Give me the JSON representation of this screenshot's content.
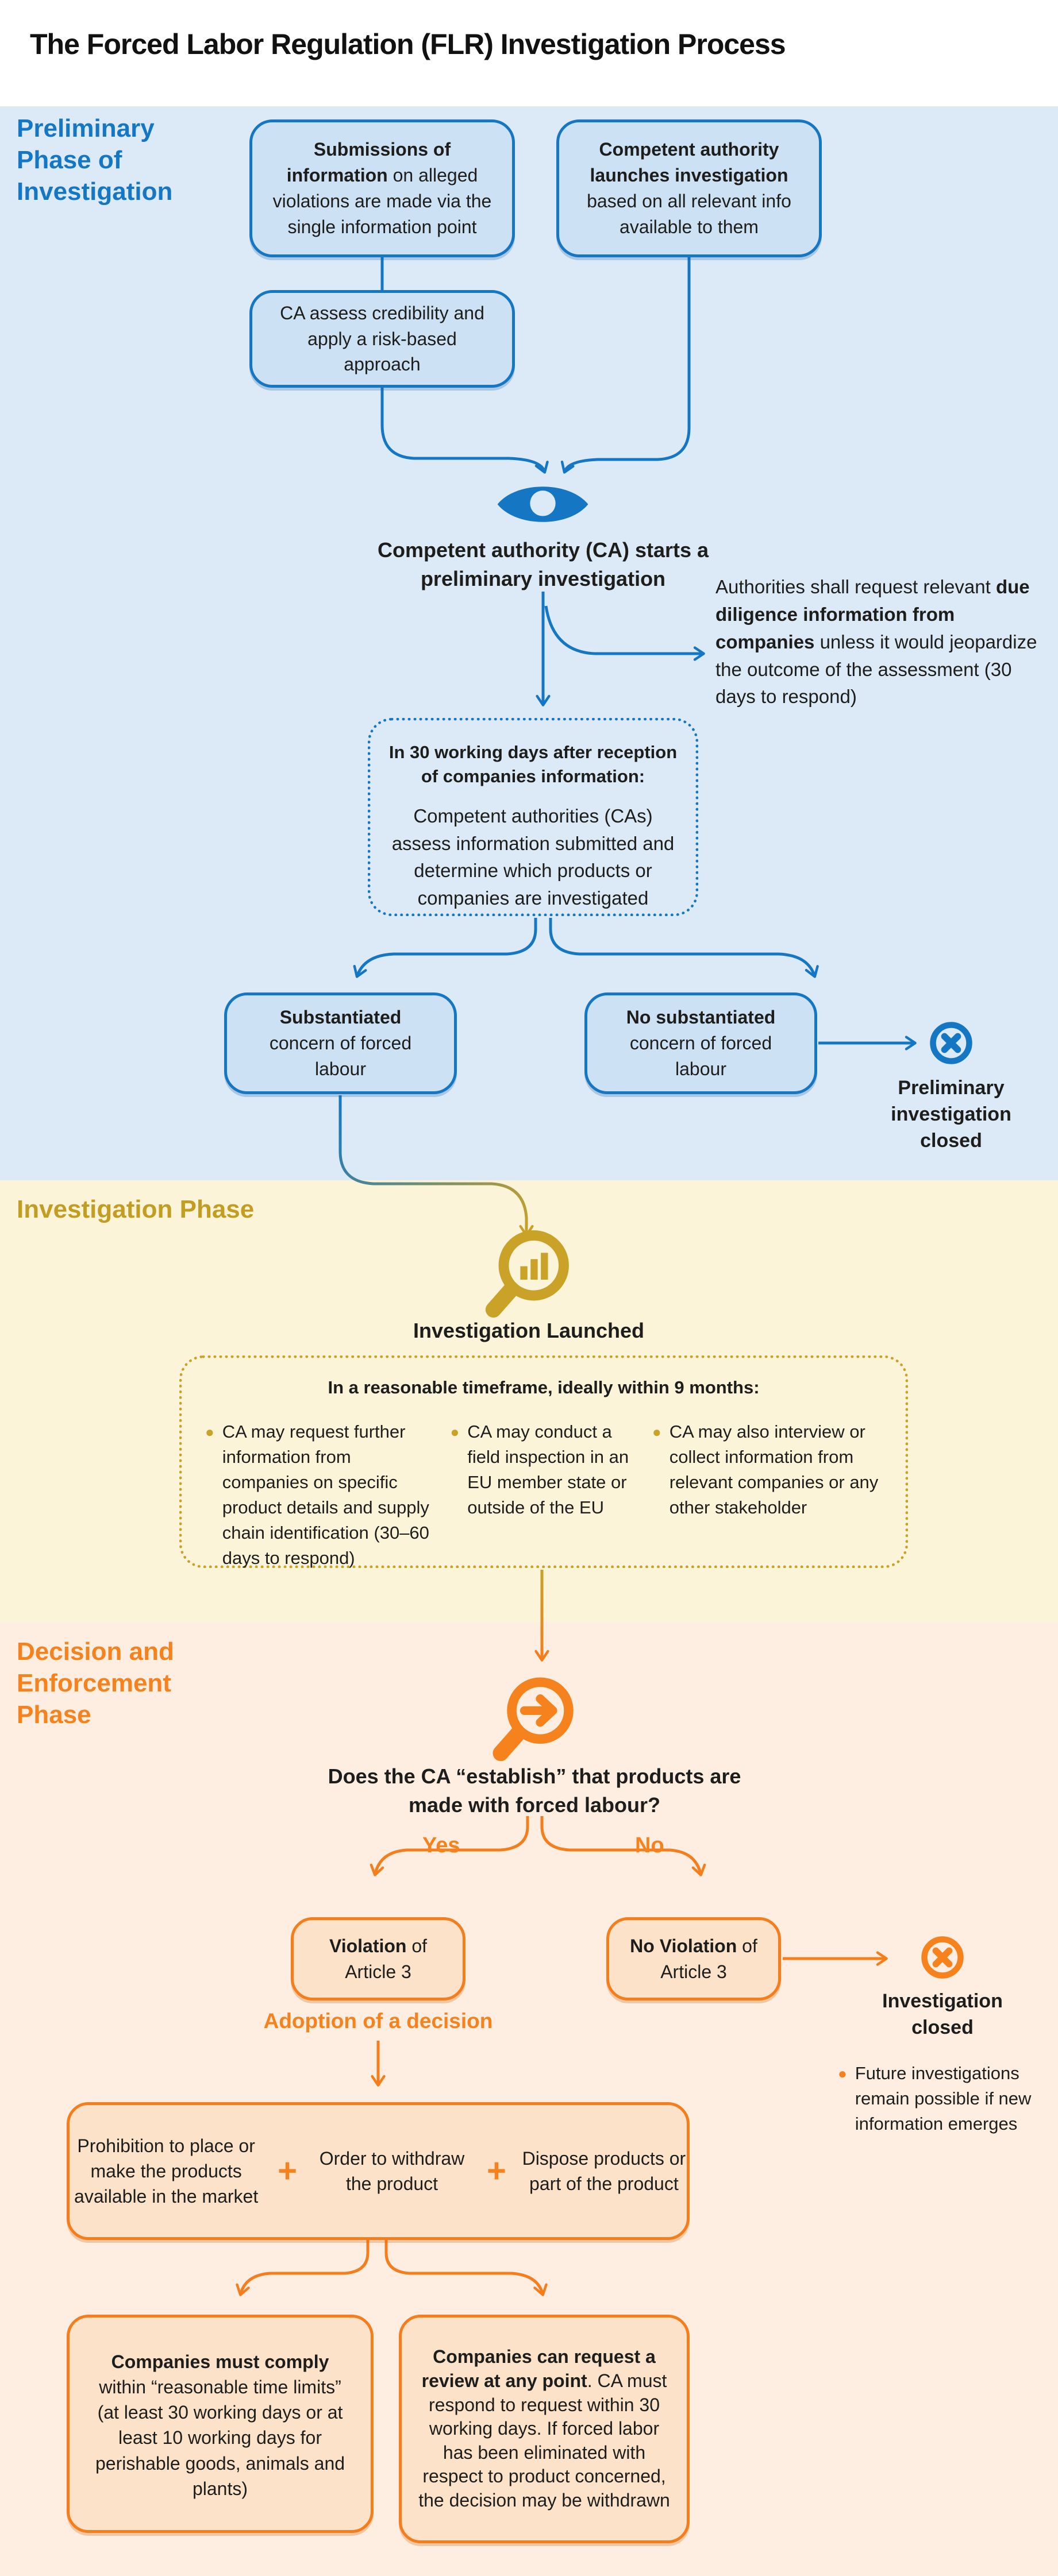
{
  "title": "The Forced Labor Regulation (FLR) Investigation Process",
  "ui": {
    "bullet": "●"
  },
  "colors": {
    "blue": "#1577c3",
    "blue_fill": "#cde1f4",
    "blue_bg": "#dceaf8",
    "gold": "#c9a227",
    "gold_bg": "#fcf4d9",
    "orange": "#f57d1c",
    "orange_fill": "#fbe2c8",
    "orange_bg": "#fdeee1"
  },
  "phase1": {
    "label": "Preliminary Phase of Investigation",
    "boxes": {
      "submissions": {
        "bold": "Submissions of information",
        "rest": " on alleged violations are made via the single information point"
      },
      "launch": {
        "bold": "Competent authority launches investigation",
        "rest": " based on all relevant info available to them"
      },
      "assess": {
        "text": "CA assess credibility and apply a risk-based approach"
      },
      "substantiated": {
        "bold": "Substantiated",
        "rest": " concern of forced labour"
      },
      "no_substantiated": {
        "bold": "No substantiated",
        "rest": " concern of forced labour"
      }
    },
    "eye_caption": "Competent authority (CA) starts a preliminary investigation",
    "due": {
      "pre": "Authorities shall request relevant ",
      "bold": "due diligence information from companies",
      "post": " unless it would jeopardize the outcome of the assessment (30 days to respond)"
    },
    "dotted": {
      "title": "In 30 working days after reception of companies information:",
      "body": "Competent authorities (CAs) assess information submitted and determine which products or companies are investigated"
    },
    "closed": "Preliminary investigation closed"
  },
  "phase2": {
    "label": "Investigation Phase",
    "launched": "Investigation Launched",
    "dotted": {
      "title": "In a reasonable timeframe, ideally within 9 months:",
      "bullets": [
        "CA may request further information from companies on specific product details and supply chain identification (30–60 days to respond)",
        "CA may conduct a field inspection in an EU member state or outside of the EU",
        "CA may also interview or collect information from relevant companies or any other stakeholder"
      ]
    }
  },
  "phase3": {
    "label": "Decision and Enforcement Phase",
    "question": "Does the CA “establish” that products are made with forced labour?",
    "yes": "Yes",
    "no": "No",
    "violation": {
      "bold": "Violation",
      "rest": " of Article 3"
    },
    "no_violation": {
      "bold": "No Violation",
      "rest": " of Article 3"
    },
    "closed": "Investigation closed",
    "closed_note": "Future investigations remain possible if new information emerges",
    "adoption": "Adoption of a decision",
    "measures": {
      "plus": "+",
      "items": [
        "Prohibition to place or make the products available in the market",
        "Order to withdraw the product",
        "Dispose products or part of the product"
      ]
    },
    "comply": {
      "bold": "Companies must comply",
      "rest": " within “reasonable time limits” (at least 30 working days or at least 10 working days for perishable goods, animals and plants)"
    },
    "review": {
      "bold": "Companies can request a review at any point",
      "rest": ". CA must respond to request within 30 working days. If forced labor has been eliminated with respect to product concerned, the decision may be withdrawn"
    }
  }
}
